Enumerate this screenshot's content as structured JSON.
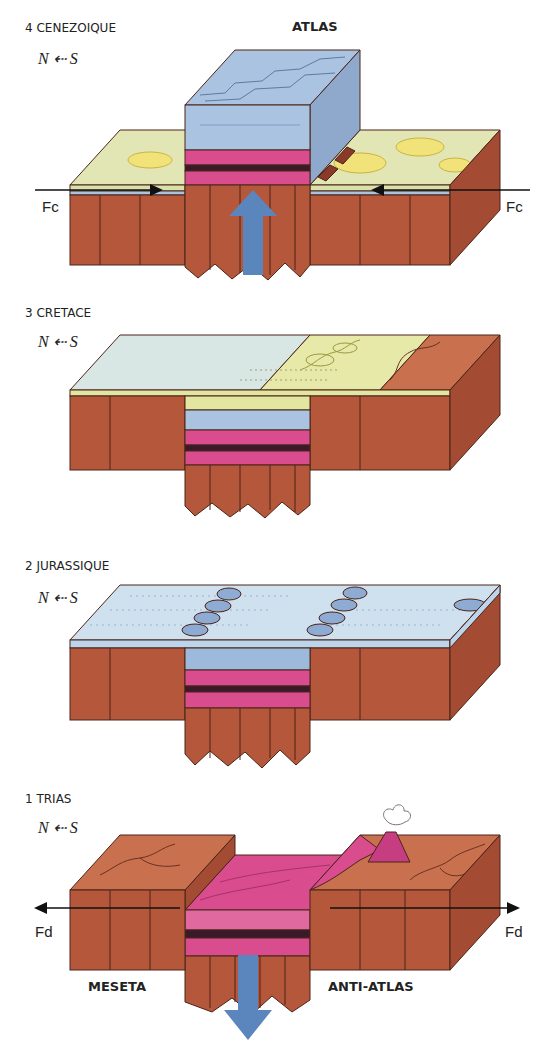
{
  "diagram": {
    "labels": [
      "4 CENEZOIQUE",
      "N ⇠ S",
      "ATLAS",
      "Fc",
      "Fc",
      "3 CRETACE",
      "N ⇠ S",
      "2 JURASSIQUE",
      "N ⇠ S",
      "1 TRIAS",
      "N ⇠ S",
      "Fd",
      "Fd",
      "MESETA",
      "ANTI-ATLAS"
    ]
  }
}
